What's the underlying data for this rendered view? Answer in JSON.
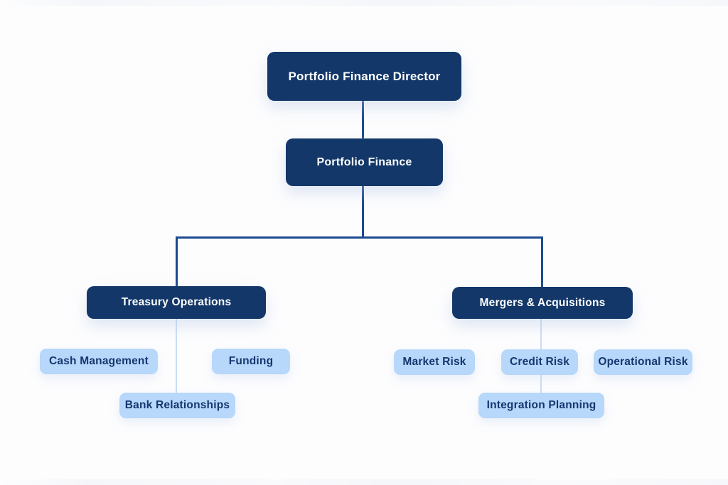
{
  "diagram": {
    "kind": "org-chart",
    "colors": {
      "bg": "#fdfdfe",
      "node_dark": "#133768",
      "node_light": "#b7d7fb",
      "text_on_dark": "#ffffff",
      "text_on_light": "#15376e",
      "connector_dark": "#1c4a8e",
      "connector_light": "#c8ddf8"
    },
    "nodes": {
      "portfolio_finance_director": {
        "label": "Portfolio Finance Director",
        "level": 1,
        "variant": "dark"
      },
      "portfolio_finance": {
        "label": "Portfolio Finance",
        "level": 2,
        "variant": "dark"
      },
      "treasury_operations": {
        "label": "Treasury Operations",
        "level": 3,
        "variant": "dark"
      },
      "mergers_acquisitions": {
        "label": "Mergers & Acquisitions",
        "level": 3,
        "variant": "dark"
      },
      "cash_management": {
        "label": "Cash Management",
        "level": 4,
        "variant": "light"
      },
      "funding": {
        "label": "Funding",
        "level": 4,
        "variant": "light"
      },
      "bank_relationships": {
        "label": "Bank Relationships",
        "level": 5,
        "variant": "light"
      },
      "market_risk": {
        "label": "Market Risk",
        "level": 4,
        "variant": "light"
      },
      "credit_risk": {
        "label": "Credit Risk",
        "level": 4,
        "variant": "light"
      },
      "operational_risk": {
        "label": "Operational Risk",
        "level": 4,
        "variant": "light"
      },
      "integration_planning": {
        "label": "Integration Planning",
        "level": 5,
        "variant": "light"
      }
    },
    "edges": [
      {
        "from": "Portfolio Finance Director",
        "to": "Portfolio Finance",
        "style": "dark"
      },
      {
        "from": "Portfolio Finance",
        "to": "Treasury Operations",
        "style": "dark"
      },
      {
        "from": "Portfolio Finance",
        "to": "Mergers & Acquisitions",
        "style": "dark"
      },
      {
        "from": "Treasury Operations",
        "to": "Bank Relationships",
        "style": "light"
      },
      {
        "from": "Mergers & Acquisitions",
        "to": "Credit Risk",
        "style": "light"
      },
      {
        "from": "Credit Risk",
        "to": "Integration Planning",
        "style": "light"
      }
    ]
  }
}
